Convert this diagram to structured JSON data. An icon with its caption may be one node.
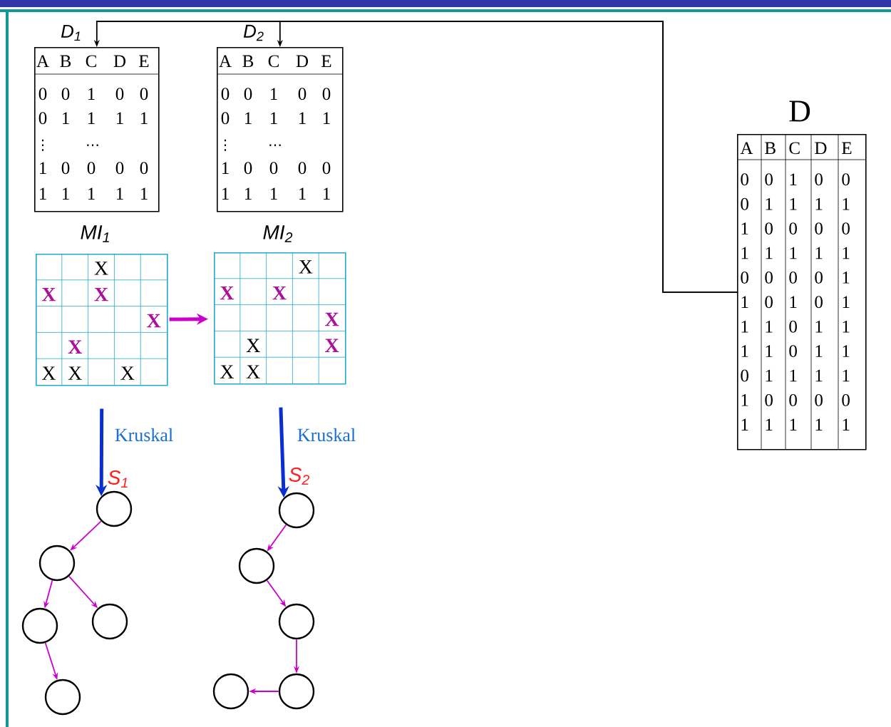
{
  "diagram": {
    "nodes": [
      {
        "text": [
          "D$_{1}$",
          "A",
          "B",
          "C",
          "D",
          "E",
          "0",
          "0",
          "1",
          "0",
          "0",
          "0",
          "1",
          "1",
          "1",
          "1",
          "⋮",
          "⋯",
          "1",
          "0",
          "0",
          "0",
          "0",
          "1",
          "1",
          "1",
          "1",
          "1"
        ]
      },
      {
        "text": [
          "D$_{2}$",
          "A",
          "B",
          "C",
          "D",
          "E",
          "0",
          "0",
          "1",
          "0",
          "0",
          "0",
          "1",
          "1",
          "1",
          "1",
          "⋮",
          "⋯",
          "1",
          "0",
          "0",
          "0",
          "0",
          "1",
          "1",
          "1",
          "1",
          "1"
        ]
      },
      {
        "text": [
          "D",
          "A",
          "B",
          "C",
          "D",
          "E",
          "0",
          "0",
          "1",
          "0",
          "0",
          "0",
          "1",
          "1",
          "1",
          "1",
          "1",
          "0",
          "0",
          "0",
          "0",
          "1",
          "1",
          "1",
          "1",
          "1",
          "0",
          "0",
          "0",
          "0",
          "1",
          "1",
          "0",
          "1",
          "0",
          "1",
          "1",
          "1",
          "0",
          "1",
          "1",
          "1",
          "1",
          "0",
          "1",
          "1",
          "0",
          "1",
          "1",
          "1",
          "1",
          "1",
          "0",
          "0",
          "0",
          "0",
          "1",
          "1",
          "1",
          "1",
          "1"
        ]
      },
      {
        "text": [
          "MI$_{1}$",
          "X",
          "X",
          "X",
          "X",
          "X",
          "X",
          "X",
          "X"
        ]
      },
      {
        "text": [
          "MI$_{2}$",
          "X",
          "X",
          "X",
          "X",
          "X",
          "X",
          "X",
          "X"
        ]
      },
      {
        "text": [],
        "shape": "circle",
        "beside": [
          "S$_{1}$"
        ]
      },
      {
        "text": [],
        "shape": "circle"
      },
      {
        "text": [],
        "shape": "circle"
      },
      {
        "text": [],
        "shape": "circle"
      },
      {
        "text": [],
        "shape": "circle"
      },
      {
        "text": [],
        "shape": "circle",
        "beside": [
          "S$_{2}$"
        ]
      },
      {
        "text": [],
        "shape": "circle"
      },
      {
        "text": [],
        "shape": "circle"
      },
      {
        "text": [],
        "shape": "circle"
      },
      {
        "text": [],
        "shape": "circle"
      }
    ],
    "edges": [
      {
        "from": 2,
        "to": 0,
        "arrow": "to",
        "color": "#000000"
      },
      {
        "from": 2,
        "to": 1,
        "arrow": "to",
        "color": "#000000"
      },
      {
        "from": 3,
        "to": 4,
        "arrow": "to",
        "style": "thick"
      },
      {
        "from": 3,
        "to": 5,
        "arrow": "to",
        "label": "Kruskal",
        "style": "thick",
        "color": "#0a2fd0"
      },
      {
        "from": 4,
        "to": 10,
        "arrow": "to",
        "label": "Kruskal",
        "style": "thick",
        "color": "#0a2fd0"
      },
      {
        "from": 5,
        "to": 6,
        "arrow": "to"
      },
      {
        "from": 6,
        "to": 7,
        "arrow": "to"
      },
      {
        "from": 6,
        "to": 8,
        "arrow": "to"
      },
      {
        "from": 7,
        "to": 9,
        "arrow": "to"
      },
      {
        "from": 10,
        "to": 11,
        "arrow": "to"
      },
      {
        "from": 11,
        "to": 12,
        "arrow": "to"
      },
      {
        "from": 12,
        "to": 13,
        "arrow": "to"
      },
      {
        "from": 13,
        "to": 14,
        "arrow": "to"
      }
    ]
  }
}
